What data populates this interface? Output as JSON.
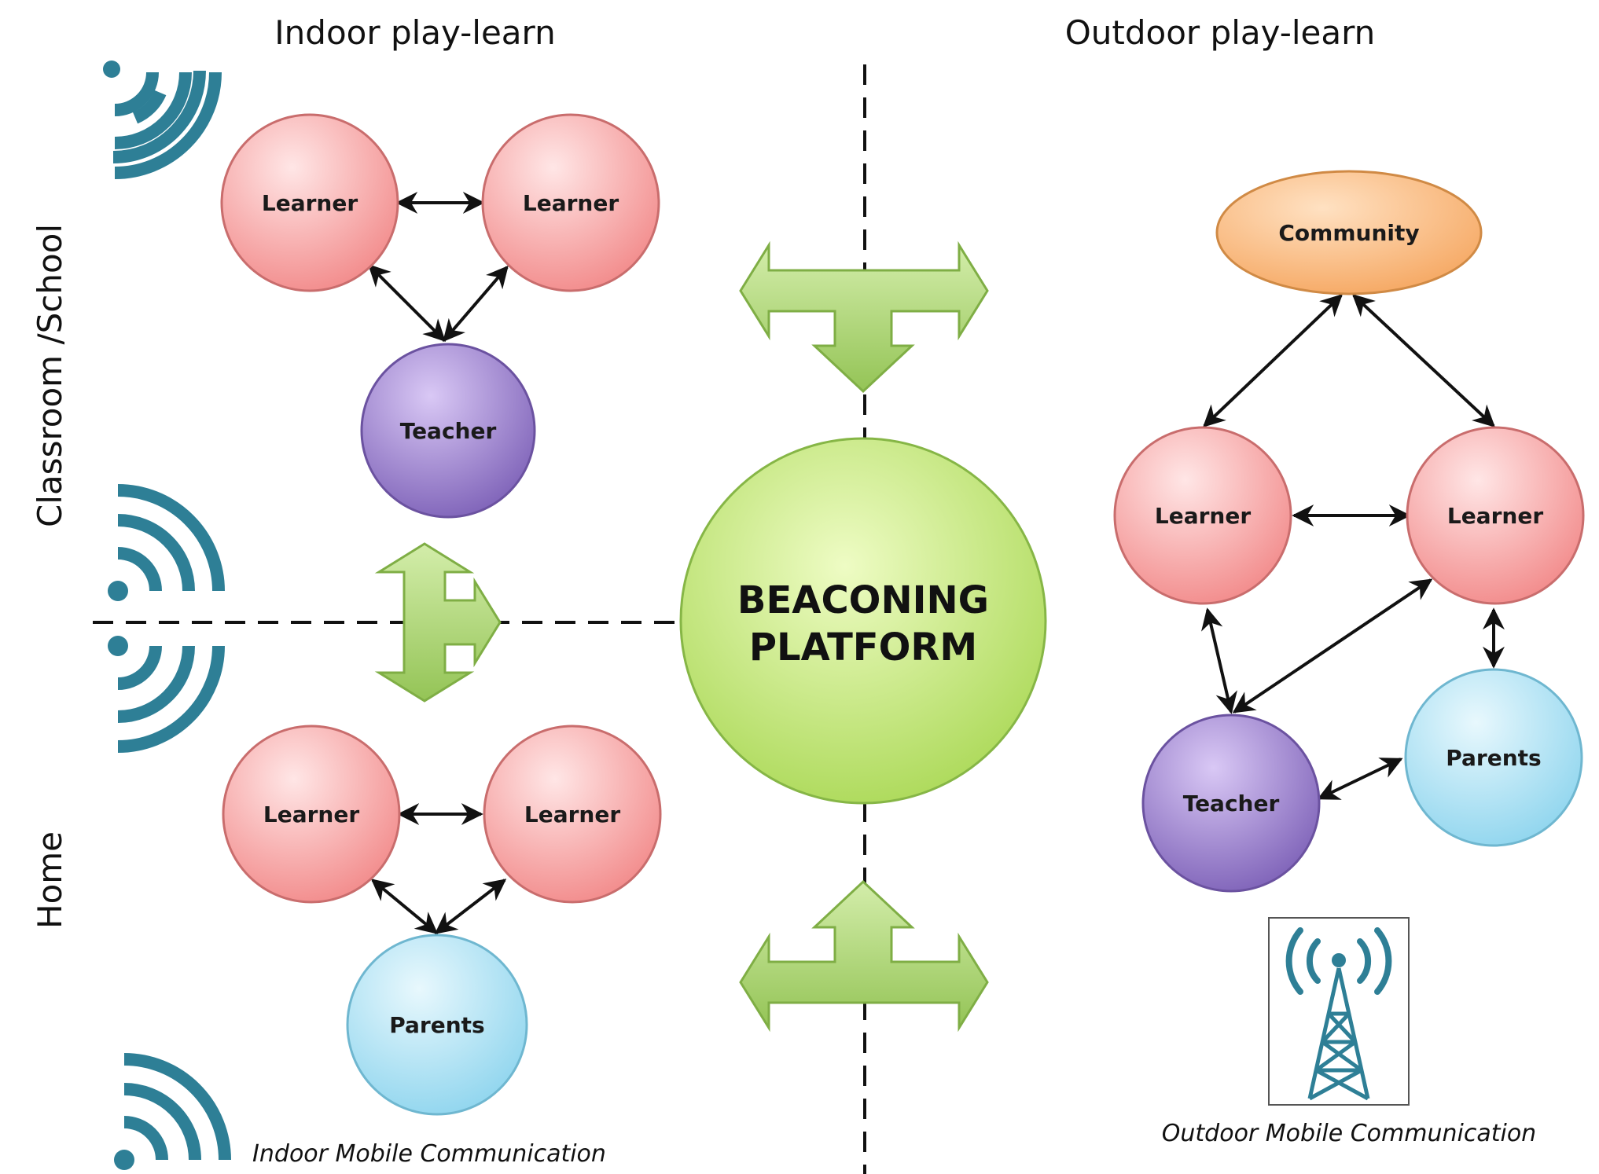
{
  "titles": {
    "indoor": "Indoor play-learn",
    "outdoor": "Outdoor play-learn"
  },
  "side_labels": {
    "classroom": "Classroom /School",
    "home": "Home"
  },
  "platform": {
    "line1": "BEACONING",
    "line2": "PLATFORM"
  },
  "classroom_nodes": {
    "learner_a": "Learner",
    "learner_b": "Learner",
    "teacher": "Teacher"
  },
  "home_nodes": {
    "learner_a": "Learner",
    "learner_b": "Learner",
    "parents": "Parents"
  },
  "outdoor_nodes": {
    "community": "Community",
    "learner_a": "Learner",
    "learner_b": "Learner",
    "teacher": "Teacher",
    "parents": "Parents"
  },
  "captions": {
    "indoor": "Indoor Mobile Communication",
    "outdoor": "Outdoor Mobile Communication"
  },
  "colors": {
    "learner": "#f59a9a",
    "teacher": "#9a7ed0",
    "parents": "#9fdcef",
    "community": "#f7b070",
    "platform": "#b6e06a",
    "arrow_fill": "#a6cf6a",
    "signal": "#2e7f96"
  },
  "icons": {
    "wifi": "wifi-icon",
    "tower": "radio-tower-icon"
  }
}
